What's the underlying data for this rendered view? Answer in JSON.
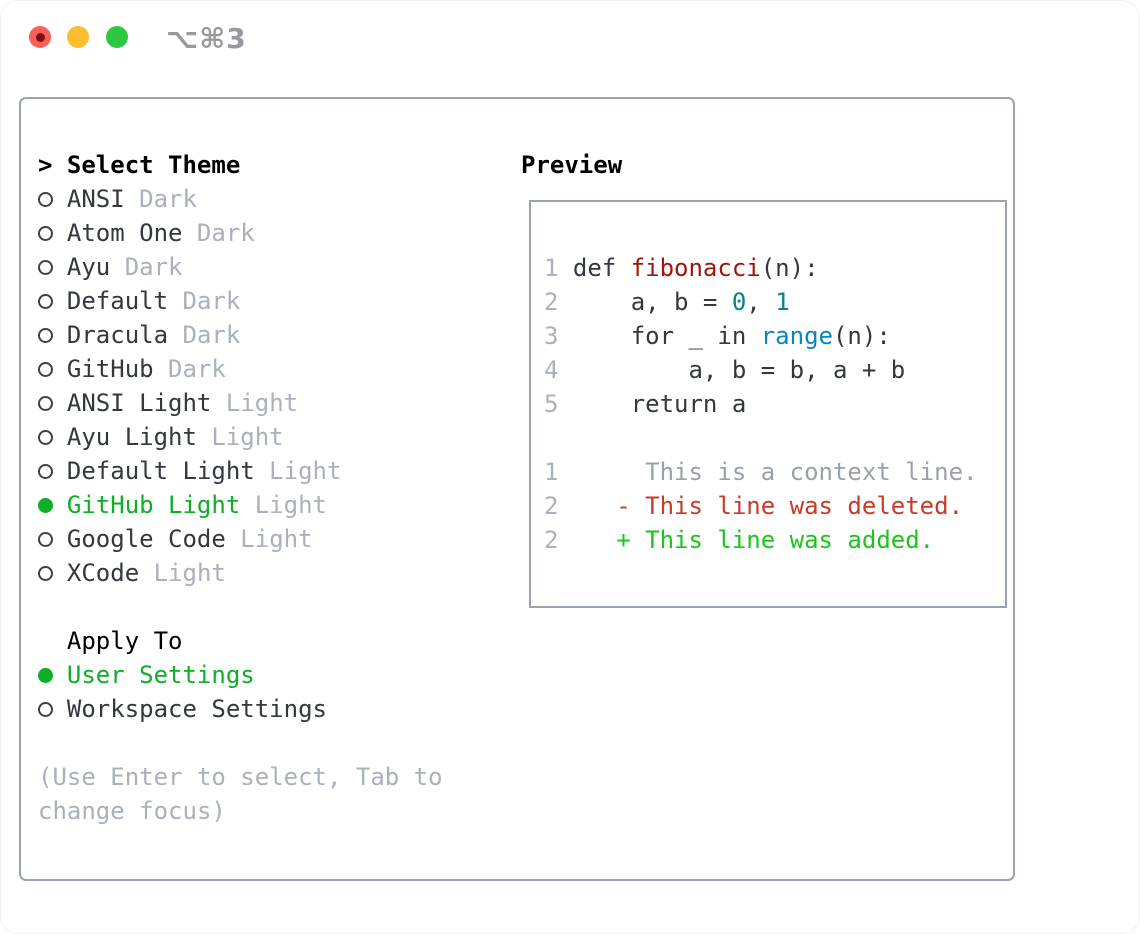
{
  "window": {
    "title": "⌥⌘3",
    "traffic_lights": [
      {
        "name": "close",
        "color": "#f7605a",
        "has_dot": true
      },
      {
        "name": "minimize",
        "color": "#fcbe2f",
        "has_dot": false
      },
      {
        "name": "zoom",
        "color": "#2cc83f",
        "has_dot": false
      }
    ]
  },
  "theme_panel": {
    "cursor": ">",
    "header": "Select Theme",
    "themes": [
      {
        "name": "ANSI",
        "badge": "Dark",
        "selected": false
      },
      {
        "name": "Atom One",
        "badge": "Dark",
        "selected": false
      },
      {
        "name": "Ayu",
        "badge": "Dark",
        "selected": false
      },
      {
        "name": "Default",
        "badge": "Dark",
        "selected": false
      },
      {
        "name": "Dracula",
        "badge": "Dark",
        "selected": false
      },
      {
        "name": "GitHub",
        "badge": "Dark",
        "selected": false
      },
      {
        "name": "ANSI Light",
        "badge": "Light",
        "selected": false
      },
      {
        "name": "Ayu Light",
        "badge": "Light",
        "selected": false
      },
      {
        "name": "Default Light",
        "badge": "Light",
        "selected": false
      },
      {
        "name": "GitHub Light",
        "badge": "Light",
        "selected": true
      },
      {
        "name": "Google Code",
        "badge": "Light",
        "selected": false
      },
      {
        "name": "XCode",
        "badge": "Light",
        "selected": false
      }
    ],
    "apply_to": {
      "header": "Apply To",
      "options": [
        {
          "label": "User Settings",
          "selected": true
        },
        {
          "label": "Workspace Settings",
          "selected": false
        }
      ]
    },
    "help_lines": [
      "(Use Enter to select, Tab to",
      "change focus)"
    ]
  },
  "preview": {
    "header": "Preview",
    "code_lines": [
      {
        "num": "1",
        "tokens": [
          {
            "t": "def ",
            "c": "c-k"
          },
          {
            "t": "fibonacci",
            "c": "c-fn"
          },
          {
            "t": "(n):",
            "c": "c-p"
          }
        ]
      },
      {
        "num": "2",
        "tokens": [
          {
            "t": "    a, b = ",
            "c": "c-p"
          },
          {
            "t": "0",
            "c": "c-num"
          },
          {
            "t": ", ",
            "c": "c-p"
          },
          {
            "t": "1",
            "c": "c-num"
          }
        ]
      },
      {
        "num": "3",
        "tokens": [
          {
            "t": "    for _ in ",
            "c": "c-p"
          },
          {
            "t": "range",
            "c": "c-bi"
          },
          {
            "t": "(n):",
            "c": "c-p"
          }
        ]
      },
      {
        "num": "4",
        "tokens": [
          {
            "t": "        a, b = b, a + b",
            "c": "c-p"
          }
        ]
      },
      {
        "num": "5",
        "tokens": [
          {
            "t": "    return a",
            "c": "c-p"
          }
        ]
      }
    ],
    "diff_lines": [
      {
        "num": "1",
        "marker": " ",
        "text": "This is a context line.",
        "kind": "context"
      },
      {
        "num": "2",
        "marker": "-",
        "text": "This line was deleted.",
        "kind": "deleted"
      },
      {
        "num": "2",
        "marker": "+",
        "text": "This line was added.",
        "kind": "added"
      }
    ]
  },
  "colors": {
    "ink": "#33383e",
    "muted_gray": "#a9b1bc",
    "context_gray": "#99a1ab",
    "panel_border": "#9aa3ae",
    "selection_green": "#0fae28",
    "diff_added_green": "#1cc41c",
    "diff_deleted_red": "#c93a28",
    "code_function_red": "#9e150f",
    "code_number_teal": "#0b8085",
    "code_builtin_blue": "#0a86bf"
  }
}
